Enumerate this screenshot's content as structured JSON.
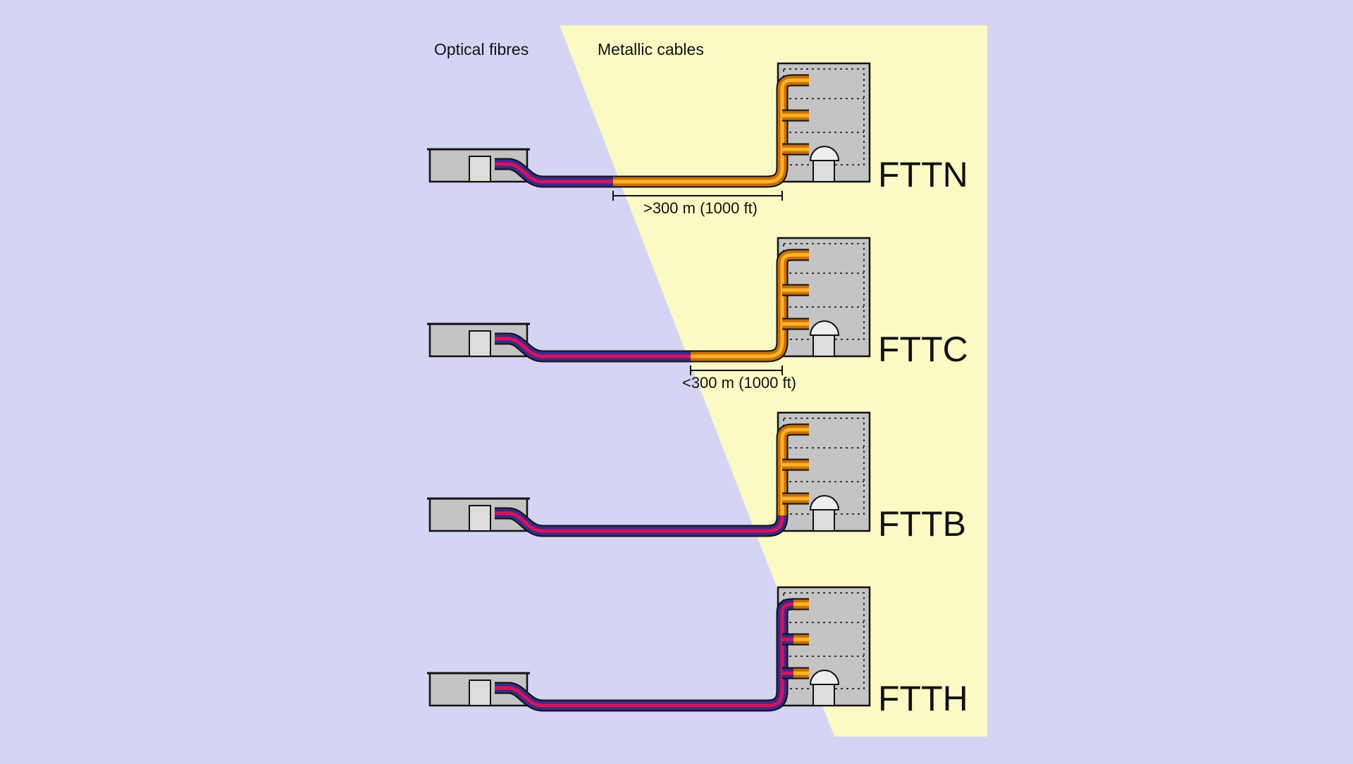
{
  "header": {
    "optical_label": "Optical fibres",
    "metallic_label": "Metallic cables"
  },
  "colors": {
    "background": "#d4d5f4",
    "metallic_zone": "#fbf9c4",
    "fibre_outer": "#3a2a8a",
    "fibre_inner": "#d4145a",
    "copper_outer": "#c8700a",
    "copper_inner": "#ffb326",
    "building": "#c4c4c4"
  },
  "rows": [
    {
      "label": "FTTN",
      "distance_label": ">300 m (1000 ft)"
    },
    {
      "label": "FTTC",
      "distance_label": "<300 m (1000 ft)"
    },
    {
      "label": "FTTB",
      "distance_label": ""
    },
    {
      "label": "FTTH",
      "distance_label": ""
    }
  ]
}
